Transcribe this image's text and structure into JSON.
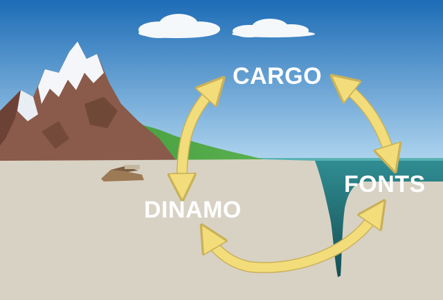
{
  "diagram": {
    "labels": {
      "cargo": "CARGO",
      "fonts": "FONTS",
      "dinamo": "DINAMO"
    },
    "colors": {
      "sky_top": "#1e6fb8",
      "sky_bottom": "#a7d2ee",
      "ground": "#d8d2c4",
      "sea": "#3f9ea3",
      "deep_sea": "#1f6e74",
      "arrow_fill": "#f2dd7a",
      "arrow_edge": "#c9b15a",
      "label_text": "#ffffff"
    }
  }
}
